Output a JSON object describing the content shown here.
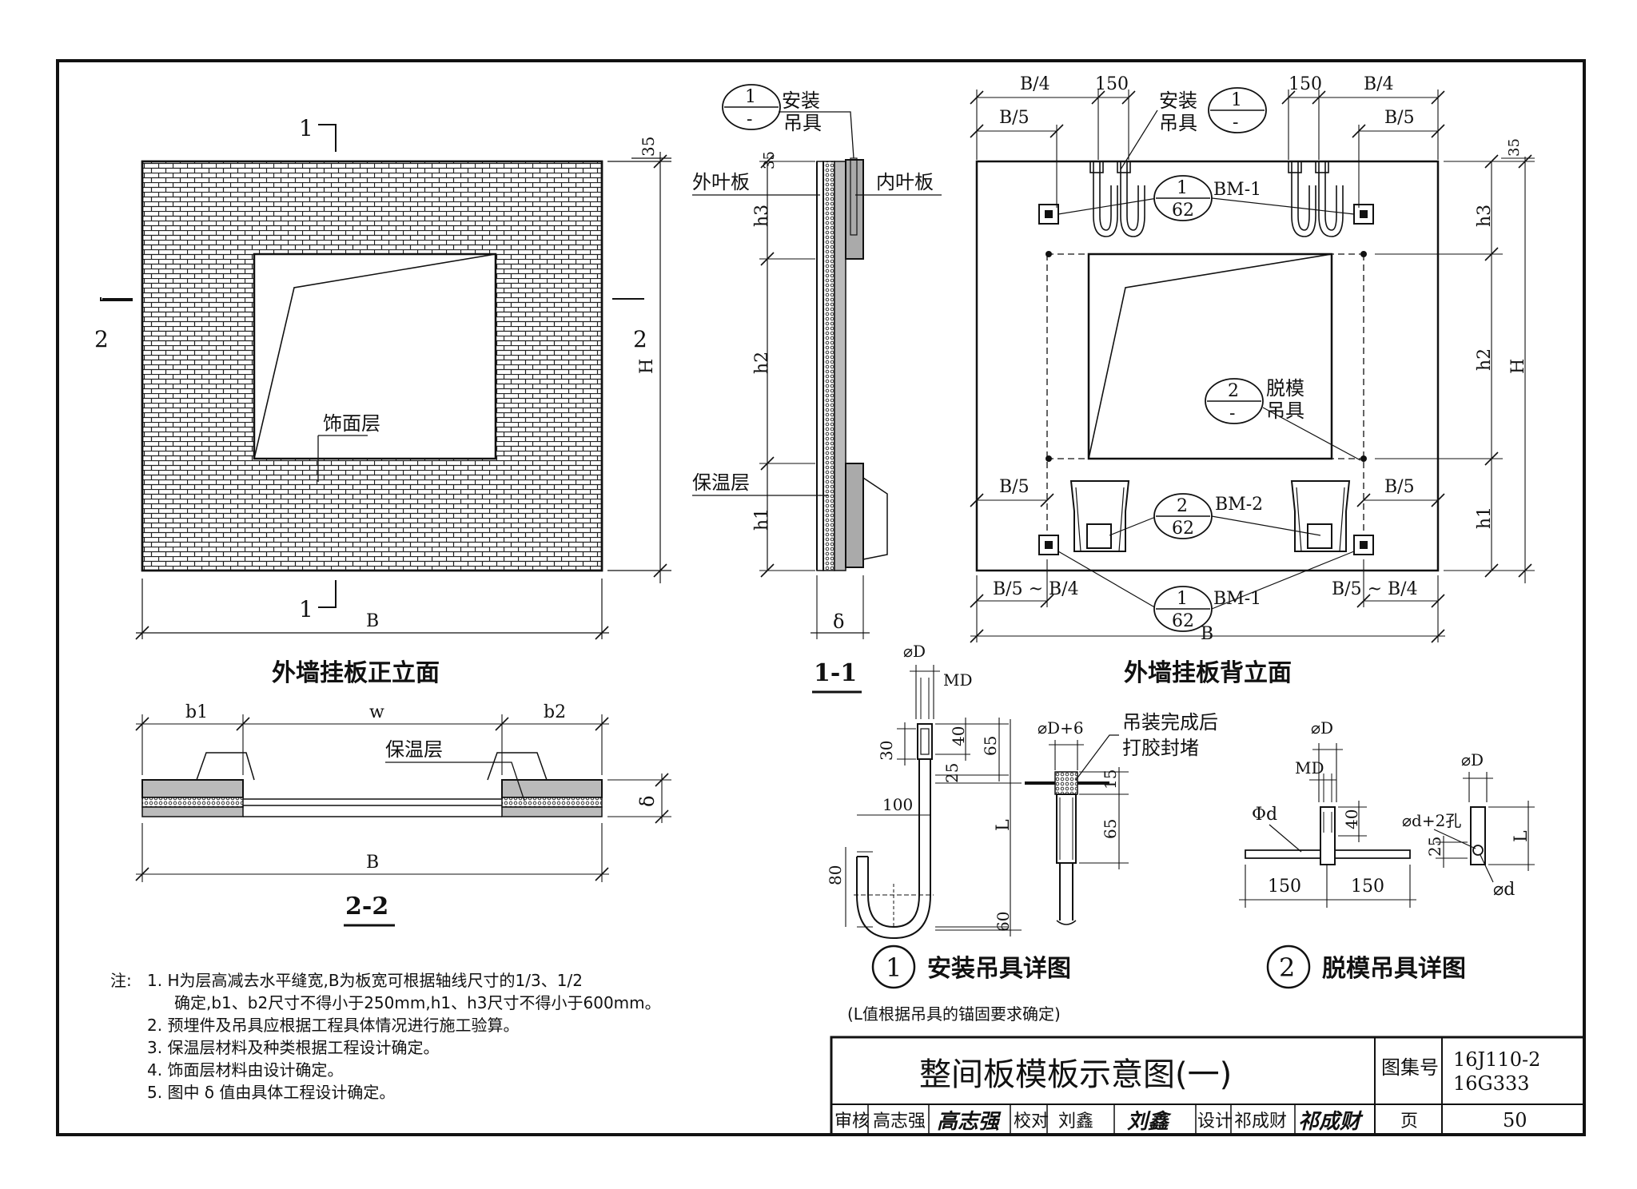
{
  "front_elevation": {
    "title": "外墙挂板正立面",
    "section_mark_1": "1",
    "section_mark_2": "2",
    "finish_label": "饰面层",
    "dim_top": "35",
    "dim_height": "H",
    "dim_width": "B"
  },
  "section_1_1": {
    "title": "1-1",
    "outer_leaf": "外叶板",
    "inner_leaf": "内叶板",
    "insulation": "保温层",
    "ref_num": "1",
    "ref_sub": "-",
    "ref_label_1": "安装",
    "ref_label_2": "吊具",
    "dim_35": "35",
    "dim_h3": "h3",
    "dim_h2": "h2",
    "dim_h1": "h1",
    "dim_delta": "δ"
  },
  "back_elevation": {
    "title": "外墙挂板背立面",
    "dim_b4_left": "B/4",
    "dim_150_left": "150",
    "dim_b5_left": "B/5",
    "dim_150_right": "150",
    "dim_b4_right": "B/4",
    "dim_b5_right": "B/5",
    "lift_ref_num": "1",
    "lift_ref_sub": "-",
    "lift_label_1": "安装",
    "lift_label_2": "吊具",
    "bm1_top_num": "1",
    "bm1_top_den": "62",
    "bm1_label": "BM-1",
    "demold_num": "2",
    "demold_sub": "-",
    "demold_label_1": "脱模",
    "demold_label_2": "吊具",
    "dim_b5_lower_left": "B/5",
    "dim_b5_lower_right": "B/5",
    "bm2_num": "2",
    "bm2_den": "62",
    "bm2_label": "BM-2",
    "range_left": "B/5 ~ B/4",
    "range_right": "B/5 ~ B/4",
    "bm1_bot_num": "1",
    "bm1_bot_den": "62",
    "bm1_bot_label": "BM-1",
    "dim_width": "B",
    "dim_35": "35",
    "dim_h3": "h3",
    "dim_h2": "h2",
    "dim_h1": "h1",
    "dim_H": "H"
  },
  "section_2_2": {
    "title": "2-2",
    "dim_b1": "b1",
    "dim_w": "w",
    "dim_b2": "b2",
    "insulation": "保温层",
    "dim_delta": "δ",
    "dim_B": "B"
  },
  "detail_1": {
    "circle_num": "1",
    "title": "安装吊具详图",
    "note": "(L值根据吊具的锚固要求确定)",
    "dia_D": "⌀D",
    "md": "MD",
    "d30": "30",
    "d40": "40",
    "d65": "65",
    "d25": "25",
    "d100": "100",
    "dL": "L",
    "d80": "80",
    "d60": "60",
    "dia_D6": "⌀D+6",
    "seal_1": "吊装完成后",
    "seal_2": "打胶封堵",
    "d15": "15",
    "d65b": "65"
  },
  "detail_2": {
    "circle_num": "2",
    "title": "脱模吊具详图",
    "dia_D": "⌀D",
    "md": "MD",
    "phi_d": "Φd",
    "d40": "40",
    "d150a": "150",
    "d150b": "150",
    "dia_D2": "⌀D",
    "hole": "⌀d+2孔",
    "dL": "L",
    "d25": "25",
    "dia_d": "⌀d"
  },
  "notes": {
    "prefix": "注:",
    "items": [
      "1. H为层高减去水平缝宽,B为板宽可根据轴线尺寸的1/3、1/2",
      "确定,b1、b2尺寸不得小于250mm,h1、h3尺寸不得小于600mm。",
      "2. 预埋件及吊具应根据工程具体情况进行施工验算。",
      "3. 保温层材料及种类根据工程设计确定。",
      "4. 饰面层材料由设计确定。",
      "5. 图中 δ 值由具体工程设计确定。"
    ]
  },
  "title_block": {
    "title": "整间板模板示意图(一)",
    "atlas_label": "图集号",
    "atlas_1": "16J110-2",
    "atlas_2": "16G333",
    "review_label": "审核",
    "reviewer": "高志强",
    "reviewer_sig": "高志强",
    "check_label": "校对",
    "checker": "刘鑫",
    "checker_sig": "刘鑫",
    "design_label": "设计",
    "designer": "祁成财",
    "designer_sig": "祁成财",
    "page_label": "页",
    "page": "50"
  }
}
